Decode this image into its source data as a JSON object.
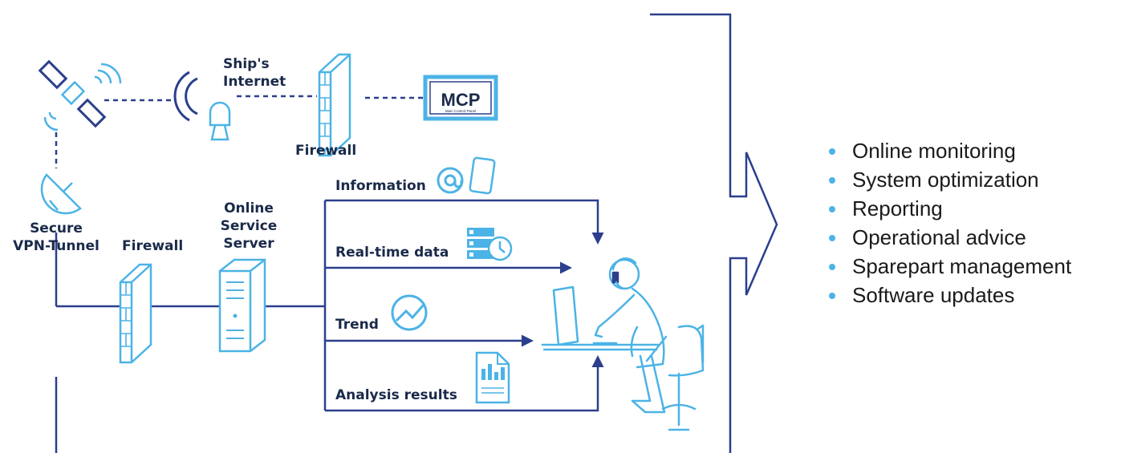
{
  "labels": {
    "ships_internet_1": "Ship's",
    "ships_internet_2": "Internet",
    "mcp": "MCP",
    "mcp_sub": "Main Control Panel",
    "firewall_top": "Firewall",
    "secure_1": "Secure",
    "secure_2": "VPN-Tunnel",
    "firewall_bottom": "Firewall",
    "server_1": "Online",
    "server_2": "Service",
    "server_3": "Server",
    "information": "Information",
    "realtime": "Real-time data",
    "trend": "Trend",
    "analysis": "Analysis results"
  },
  "features": [
    "Online monitoring",
    "System optimization",
    "Reporting",
    "Operational advice",
    "Sparepart management",
    "Software updates"
  ],
  "colors": {
    "navy": "#2b3f8c",
    "light_blue": "#4cb3e6",
    "text": "#1a2a4a"
  }
}
